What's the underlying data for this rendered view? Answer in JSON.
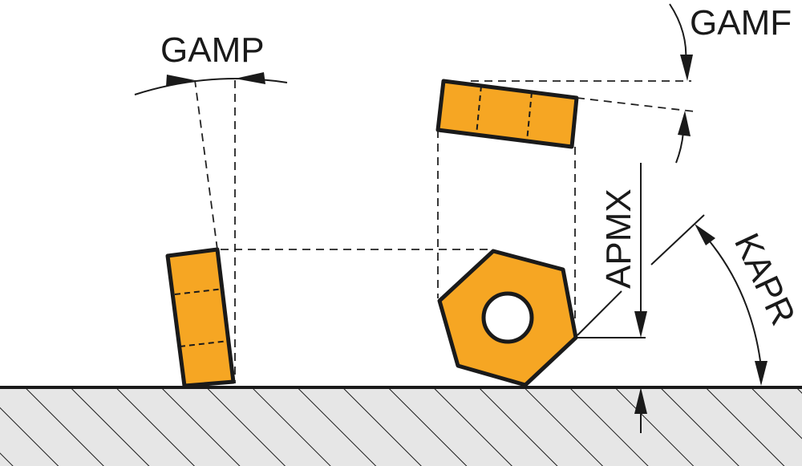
{
  "labels": {
    "gamp": "GAMP",
    "gamf": "GAMF",
    "apmx": "APMX",
    "kapr": "KAPR"
  },
  "colors": {
    "insert_fill": "#f6a623",
    "outline": "#1a1a1a",
    "hatch": "#1a1a1a",
    "workpiece_fill": "#e6e6e6"
  }
}
